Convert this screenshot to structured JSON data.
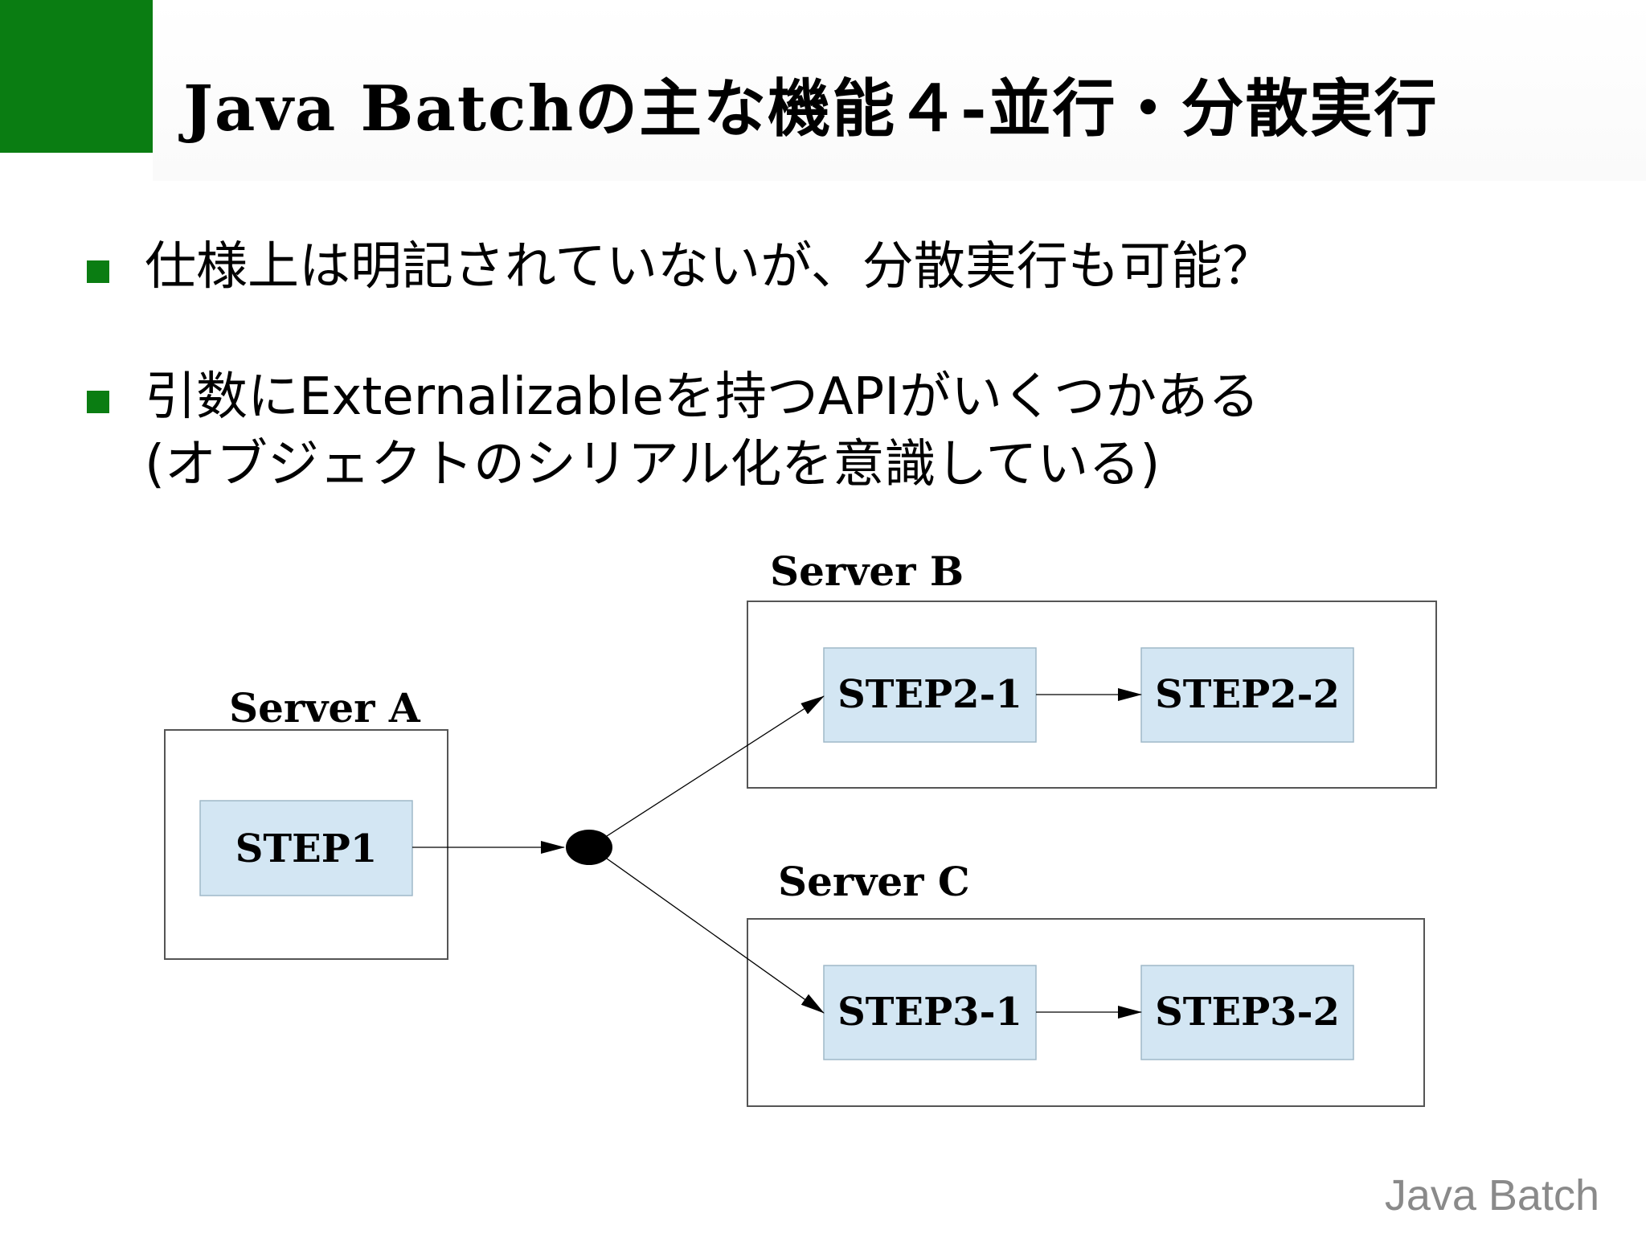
{
  "slide": {
    "title": "Java Batchの主な機能４‐並行・分散実行",
    "bullets": [
      {
        "lines": [
          "仕様上は明記されていないが、分散実行も可能？"
        ]
      },
      {
        "lines": [
          "引数にExternalizableを持つAPIがいくつかある",
          "(オブジェクトのシリアル化を意識している)"
        ]
      }
    ],
    "footer": "Java Batch",
    "accent_color": "#0a7d12"
  },
  "diagram": {
    "servers": {
      "a": {
        "label": "Server A"
      },
      "b": {
        "label": "Server B"
      },
      "c": {
        "label": "Server C"
      }
    },
    "steps": {
      "step1": "STEP1",
      "step2_1": "STEP2-1",
      "step2_2": "STEP2-2",
      "step3_1": "STEP3-1",
      "step3_2": "STEP3-2"
    },
    "step_fill": "#d3e6f3",
    "edges": [
      [
        "STEP1",
        "fork"
      ],
      [
        "fork",
        "STEP2-1"
      ],
      [
        "fork",
        "STEP3-1"
      ],
      [
        "STEP2-1",
        "STEP2-2"
      ],
      [
        "STEP3-1",
        "STEP3-2"
      ]
    ]
  }
}
